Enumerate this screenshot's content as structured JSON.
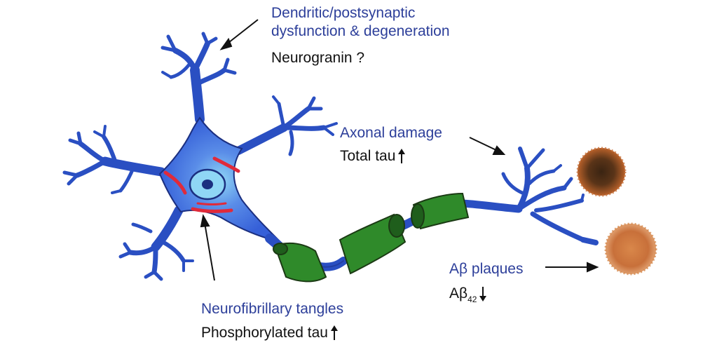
{
  "colors": {
    "neuron": "#3f6fe0",
    "neuron_dark": "#2a4fc2",
    "nucleus": "#5bb8ee",
    "tangle": "#e02a3a",
    "myelin": "#2f8a2a",
    "myelin_dark": "#1f5e1c",
    "plaque_dark": "#4a2a14",
    "plaque_rim": "#b0551e",
    "plaque_light": "#c8703a",
    "label_blue": "#2d3f9a",
    "label_black": "#111111"
  },
  "labels": {
    "dendritic_line1": "Dendritic/postsynaptic",
    "dendritic_line2": "dysfunction & degeneration",
    "neurogranin": "Neurogranin ?",
    "axonal_title": "Axonal damage",
    "axonal_marker": "Total tau",
    "tangles_title": "Neurofibrillary tangles",
    "tangles_marker": "Phosphorylated tau",
    "plaques_title": "Aβ plaques",
    "abeta_base": "Aβ",
    "abeta_sub": "42"
  },
  "icons": {
    "increase": "up-arrow-icon",
    "decrease": "down-arrow-icon"
  }
}
